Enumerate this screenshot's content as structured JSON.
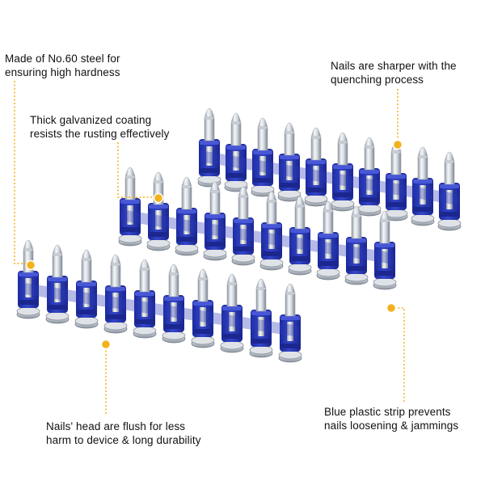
{
  "accent_color": "#f2b21b",
  "strip_color": "#2a39b8",
  "callouts": [
    {
      "lines": [
        "Made of No.60 steel for",
        "ensuring high hardness"
      ]
    },
    {
      "lines": [
        "Nails are sharper with the",
        "quenching process"
      ]
    },
    {
      "lines": [
        "Thick galvanized coating",
        "resists the rusting effectively"
      ]
    },
    {
      "lines": [
        "Nails' head are flush for less",
        "harm to device & long durability"
      ]
    },
    {
      "lines": [
        "Blue plastic strip prevents",
        "nails loosening & jammings"
      ]
    }
  ],
  "strips": [
    {
      "nail_count": 10
    },
    {
      "nail_count": 10
    },
    {
      "nail_count": 10
    }
  ]
}
